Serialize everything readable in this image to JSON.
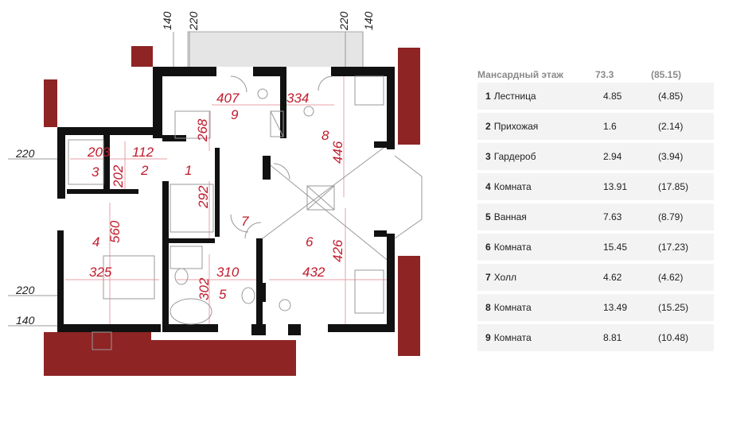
{
  "plan": {
    "dims": {
      "top_left_140": "140",
      "top_left_220": "220",
      "top_right_220": "220",
      "top_right_140": "140",
      "left_220_a": "220",
      "left_220_b": "220",
      "left_140": "140",
      "d407": "407",
      "d334": "334",
      "d268": "268",
      "d203": "203",
      "d112": "112",
      "d202": "202",
      "d446": "446",
      "d292": "292",
      "d560": "560",
      "d325": "325",
      "d310": "310",
      "d302": "302",
      "d426": "426",
      "d432": "432"
    },
    "room_numbers": {
      "r1": "1",
      "r2": "2",
      "r3": "3",
      "r4": "4",
      "r5": "5",
      "r6": "6",
      "r7": "7",
      "r8": "8",
      "r9": "9"
    }
  },
  "table": {
    "header": {
      "title": "Мансардный этаж",
      "area": "73.3",
      "total": "(85.15)"
    },
    "rows": [
      {
        "num": "1",
        "name": "Лестница",
        "area": "4.85",
        "total": "(4.85)"
      },
      {
        "num": "2",
        "name": "Прихожая",
        "area": "1.6",
        "total": "(2.14)"
      },
      {
        "num": "3",
        "name": "Гардероб",
        "area": "2.94",
        "total": "(3.94)"
      },
      {
        "num": "4",
        "name": "Комната",
        "area": "13.91",
        "total": "(17.85)"
      },
      {
        "num": "5",
        "name": "Ванная",
        "area": "7.63",
        "total": "(8.79)"
      },
      {
        "num": "6",
        "name": "Комната",
        "area": "15.45",
        "total": "(17.23)"
      },
      {
        "num": "7",
        "name": "Холл",
        "area": "4.62",
        "total": "(4.62)"
      },
      {
        "num": "8",
        "name": "Комната",
        "area": "13.49",
        "total": "(15.25)"
      },
      {
        "num": "9",
        "name": "Комната",
        "area": "8.81",
        "total": "(10.48)"
      }
    ]
  },
  "colors": {
    "roof": "#8e2424",
    "dimension_text": "#c01a2c",
    "wall": "#111111",
    "row_bg": "#f3f3f3"
  }
}
